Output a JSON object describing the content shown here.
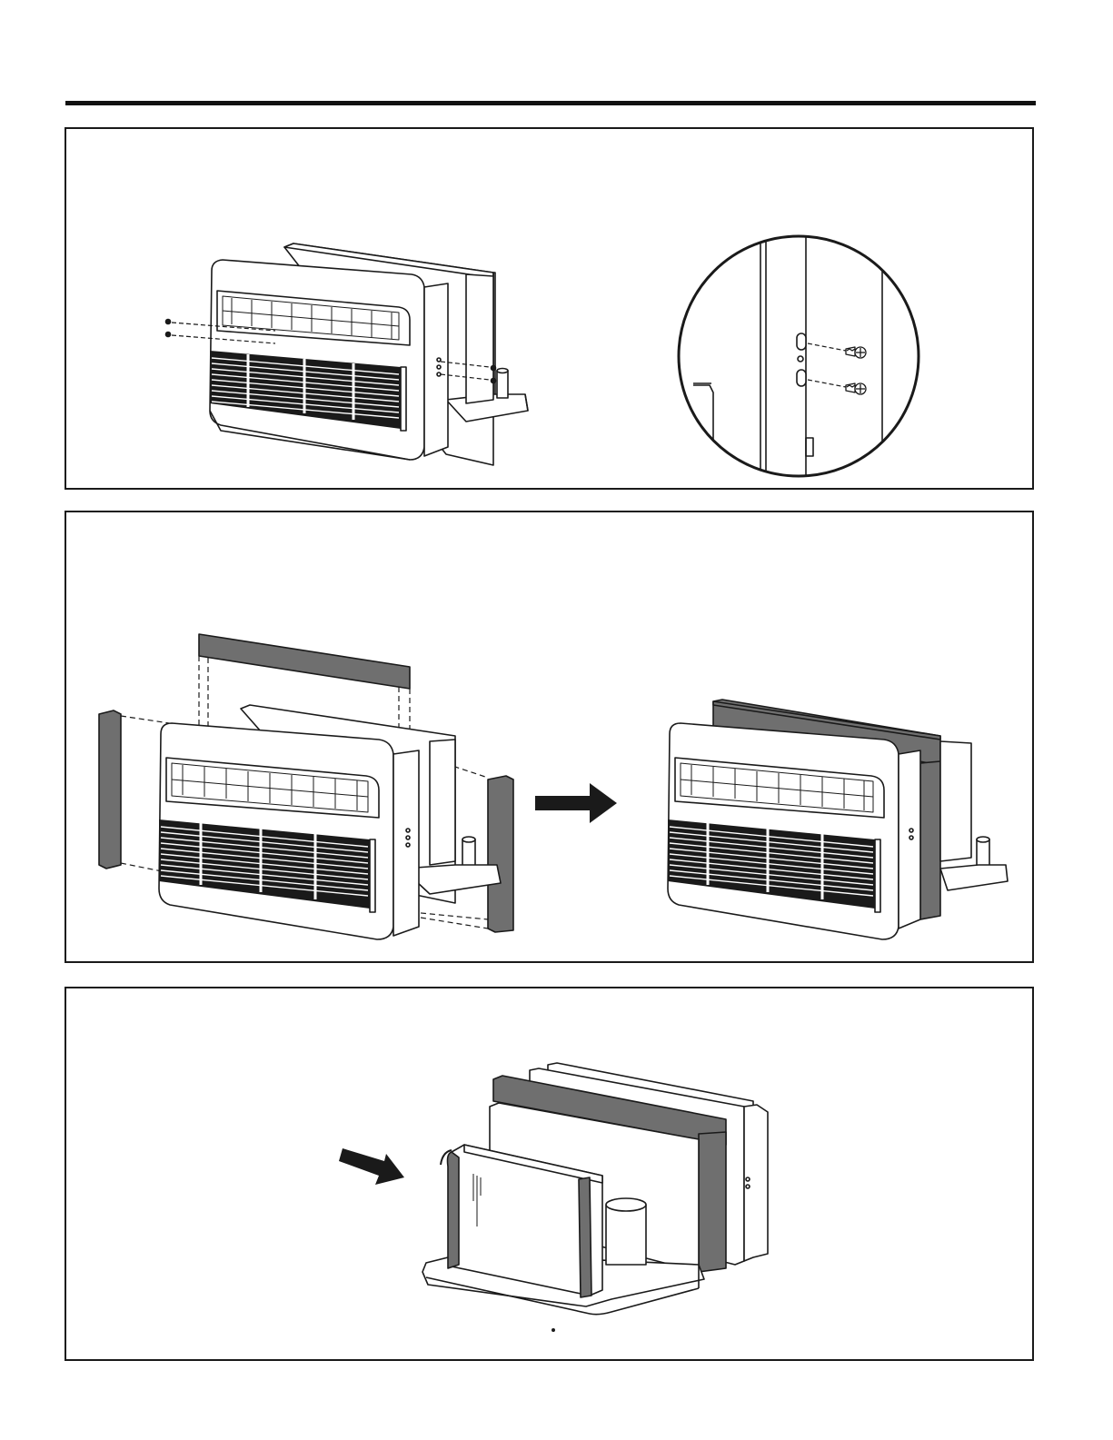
{
  "page": {
    "footer_text": ""
  },
  "panels": [
    {
      "id": "panel-1",
      "figures": [
        "air-conditioner-front-with-screws",
        "screw-detail-magnified"
      ]
    },
    {
      "id": "panel-2",
      "figures": [
        "foam-seal-strips-exploded",
        "arrow-right-icon",
        "air-conditioner-with-seals-installed"
      ]
    },
    {
      "id": "panel-3",
      "figures": [
        "arrow-icon",
        "chassis-rear-with-drain-gasket"
      ]
    }
  ],
  "colors": {
    "line": "#1a1a1a",
    "foam": "#6f6f6f",
    "background": "#ffffff"
  }
}
